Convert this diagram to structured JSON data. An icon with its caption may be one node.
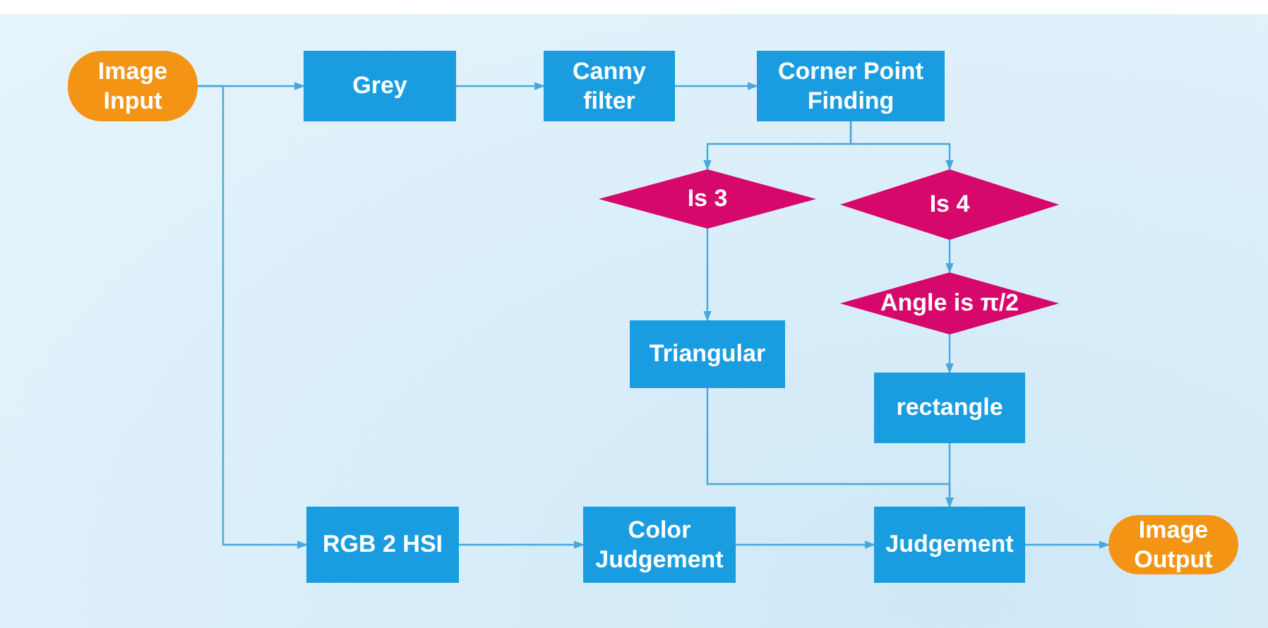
{
  "diagram": {
    "nodes": [
      {
        "text": [
          "Image Input"
        ]
      },
      {
        "text": [
          "Grey"
        ]
      },
      {
        "text": [
          "Canny filter"
        ]
      },
      {
        "text": [
          "Corner Point Finding"
        ]
      },
      {
        "text": [
          "Is 3"
        ]
      },
      {
        "text": [
          "Is 4"
        ]
      },
      {
        "text": [
          "Angle is π/2"
        ]
      },
      {
        "text": [
          "Triangular"
        ]
      },
      {
        "text": [
          "rectangle"
        ]
      },
      {
        "text": [
          "RGB 2 HSI"
        ]
      },
      {
        "text": [
          "Color Judgement"
        ]
      },
      {
        "text": [
          "Judgement"
        ]
      },
      {
        "text": [
          "Image Output"
        ]
      }
    ],
    "edges": [
      {
        "from": 0,
        "to": 1,
        "arrow": "to"
      },
      {
        "from": 1,
        "to": 2,
        "arrow": "to"
      },
      {
        "from": 2,
        "to": 3,
        "arrow": "to"
      },
      {
        "from": 3,
        "to": 4,
        "arrow": "to"
      },
      {
        "from": 3,
        "to": 5,
        "arrow": "to"
      },
      {
        "from": 5,
        "to": 6,
        "arrow": "to"
      },
      {
        "from": 6,
        "to": 8,
        "arrow": "to"
      },
      {
        "from": 4,
        "to": 7,
        "arrow": "to"
      },
      {
        "from": 7,
        "to": 11,
        "arrow": "to"
      },
      {
        "from": 8,
        "to": 11,
        "arrow": "to"
      },
      {
        "from": 0,
        "to": 9,
        "arrow": "to"
      },
      {
        "from": 9,
        "to": 10,
        "arrow": "to"
      },
      {
        "from": 10,
        "to": 11,
        "arrow": "to"
      },
      {
        "from": 11,
        "to": 12,
        "arrow": "to"
      }
    ]
  }
}
